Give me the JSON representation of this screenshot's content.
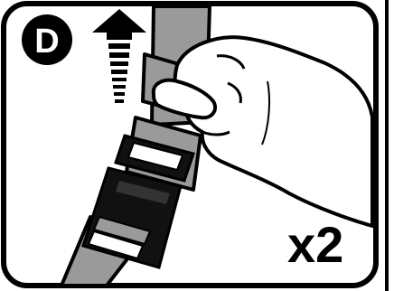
{
  "panel": {
    "step_letter": "D",
    "multiplier": "x2"
  },
  "colors": {
    "outline": "#000000",
    "background": "#ffffff",
    "strap_gray": "#9a9a9a",
    "buckle_black": "#111111"
  },
  "icons": [
    "up-arrow-icon",
    "strap",
    "buckle",
    "hand"
  ]
}
